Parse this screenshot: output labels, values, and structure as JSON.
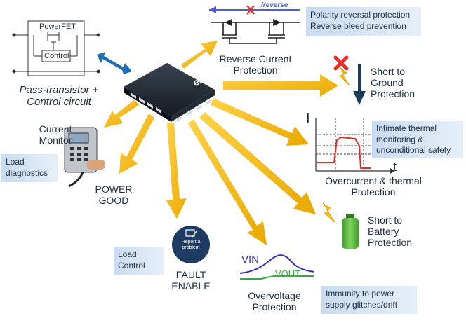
{
  "center_chip": {
    "label": "eFuse"
  },
  "powerfet_box": {
    "top_label": "PowerFET",
    "inner_label": "Control",
    "caption": "Pass-transistor + Control circuit"
  },
  "reverse": {
    "arrow_label": "Ireverse",
    "title": "Reverse Current Protection",
    "notes": [
      "Polarity reversal protection",
      "Reverse bleed prevention"
    ]
  },
  "ground": {
    "title": "Short to Ground Protection"
  },
  "thermal": {
    "axis_y": "I",
    "axis_x": "t",
    "title": "Overcurrent & thermal Protection",
    "notes": [
      "Intimate thermal",
      "monitoring &",
      "unconditional safety"
    ]
  },
  "battery": {
    "title": "Short to Battery Protection"
  },
  "overvoltage": {
    "vin": "VIN",
    "vout": "VOUT",
    "title": "Overvoltage Protection",
    "notes": [
      "Immunity to power",
      "supply glitches/drift"
    ]
  },
  "fault": {
    "badge": [
      "Report a",
      "problem"
    ],
    "title": "FAULT ENABLE",
    "note": [
      "Load",
      "Control"
    ]
  },
  "power_good": {
    "title": "POWER GOOD"
  },
  "current_monitor": {
    "title": "Current Monitor",
    "note": [
      "Load",
      "diagnostics"
    ]
  },
  "colors": {
    "arrow": "#f2b800",
    "note_bg": "#c9dcf0",
    "chip": "#1e2630",
    "blue_arrow": "#1f6fb8"
  }
}
